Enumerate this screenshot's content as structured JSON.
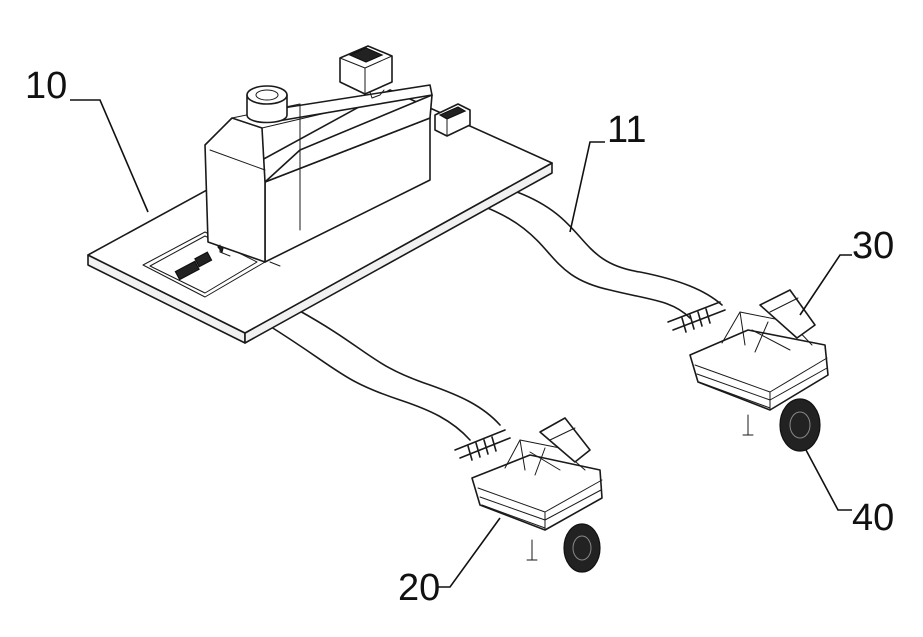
{
  "labels": {
    "base": "10",
    "hose": "11",
    "robot_front": "20",
    "gripper": "30",
    "wheel": "40"
  }
}
